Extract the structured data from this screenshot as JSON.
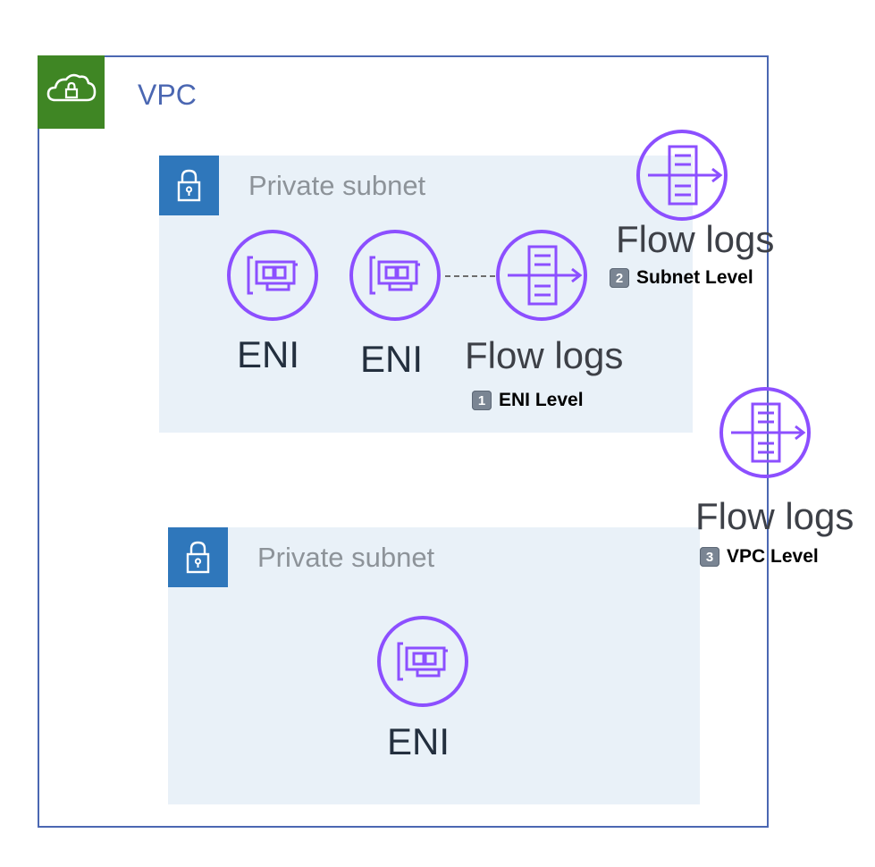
{
  "vpc": {
    "label": "VPC",
    "icon": "vpc-cloud-lock-icon",
    "border_color": "#4b67b2",
    "badge_color": "#3f8624"
  },
  "subnet_top": {
    "label": "Private subnet",
    "enis": [
      {
        "label": "ENI"
      },
      {
        "label": "ENI"
      }
    ],
    "flow_logs": {
      "label": "Flow logs",
      "level_number": "1",
      "level_text": "ENI Level"
    }
  },
  "subnet_flow_logs": {
    "label": "Flow logs",
    "level_number": "2",
    "level_text": "Subnet Level"
  },
  "vpc_flow_logs": {
    "label": "Flow logs",
    "level_number": "3",
    "level_text": "VPC Level"
  },
  "subnet_bottom": {
    "label": "Private subnet",
    "enis": [
      {
        "label": "ENI"
      }
    ]
  },
  "colors": {
    "icon_purple": "#8c4fff",
    "subnet_fill": "#e9f1f8",
    "lock_badge": "#2f77bb"
  }
}
